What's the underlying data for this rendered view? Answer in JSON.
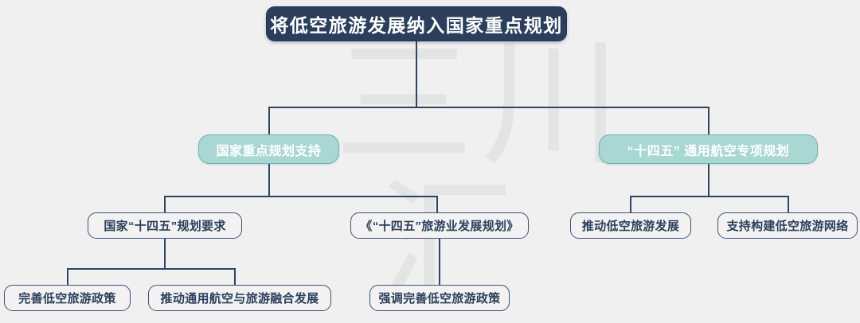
{
  "background": {
    "color": "#f0f0f0",
    "watermark_top": "三川",
    "watermark_bottom": "汇",
    "watermark_color": "#e3e4e4"
  },
  "colors": {
    "title_fill": "#2b3f5c",
    "title_text": "#ffffff",
    "level2_fill": "#a9d7d3",
    "level2_border": "#6fb3ae",
    "level2_text": "#ffffff",
    "node_fill": "#f2f2f2",
    "node_border": "#3a5377",
    "node_text": "#2b3f5c",
    "connector": "#2e4564"
  },
  "diagram": {
    "type": "org-tree",
    "title": "将低空旅游发展纳入国家重点规划",
    "branches": [
      {
        "label": "国家重点规划支持",
        "children": [
          {
            "label": "国家“十四五”规划要求",
            "children": [
              {
                "label": "完善低空旅游政策"
              },
              {
                "label": "推动通用航空与旅游融合发展"
              }
            ]
          },
          {
            "label": "《“十四五”旅游业发展规划》",
            "children": [
              {
                "label": "强调完善低空旅游政策"
              }
            ]
          }
        ]
      },
      {
        "label": "“十四五”  通用航空专项规划",
        "children": [
          {
            "label": "推动低空旅游发展",
            "children": []
          },
          {
            "label": "支持构建低空旅游网络",
            "children": []
          }
        ]
      }
    ]
  },
  "nodes": {
    "title": "将低空旅游发展纳入国家重点规划",
    "l2_left": "国家重点规划支持",
    "l2_right": "“十四五”  通用航空专项规划",
    "l3_a": "国家“十四五”规划要求",
    "l3_b": "《“十四五”旅游业发展规划》",
    "l3_c": "推动低空旅游发展",
    "l3_d": "支持构建低空旅游网络",
    "l4_a": "完善低空旅游政策",
    "l4_b": "推动通用航空与旅游融合发展",
    "l4_c": "强调完善低空旅游政策"
  }
}
